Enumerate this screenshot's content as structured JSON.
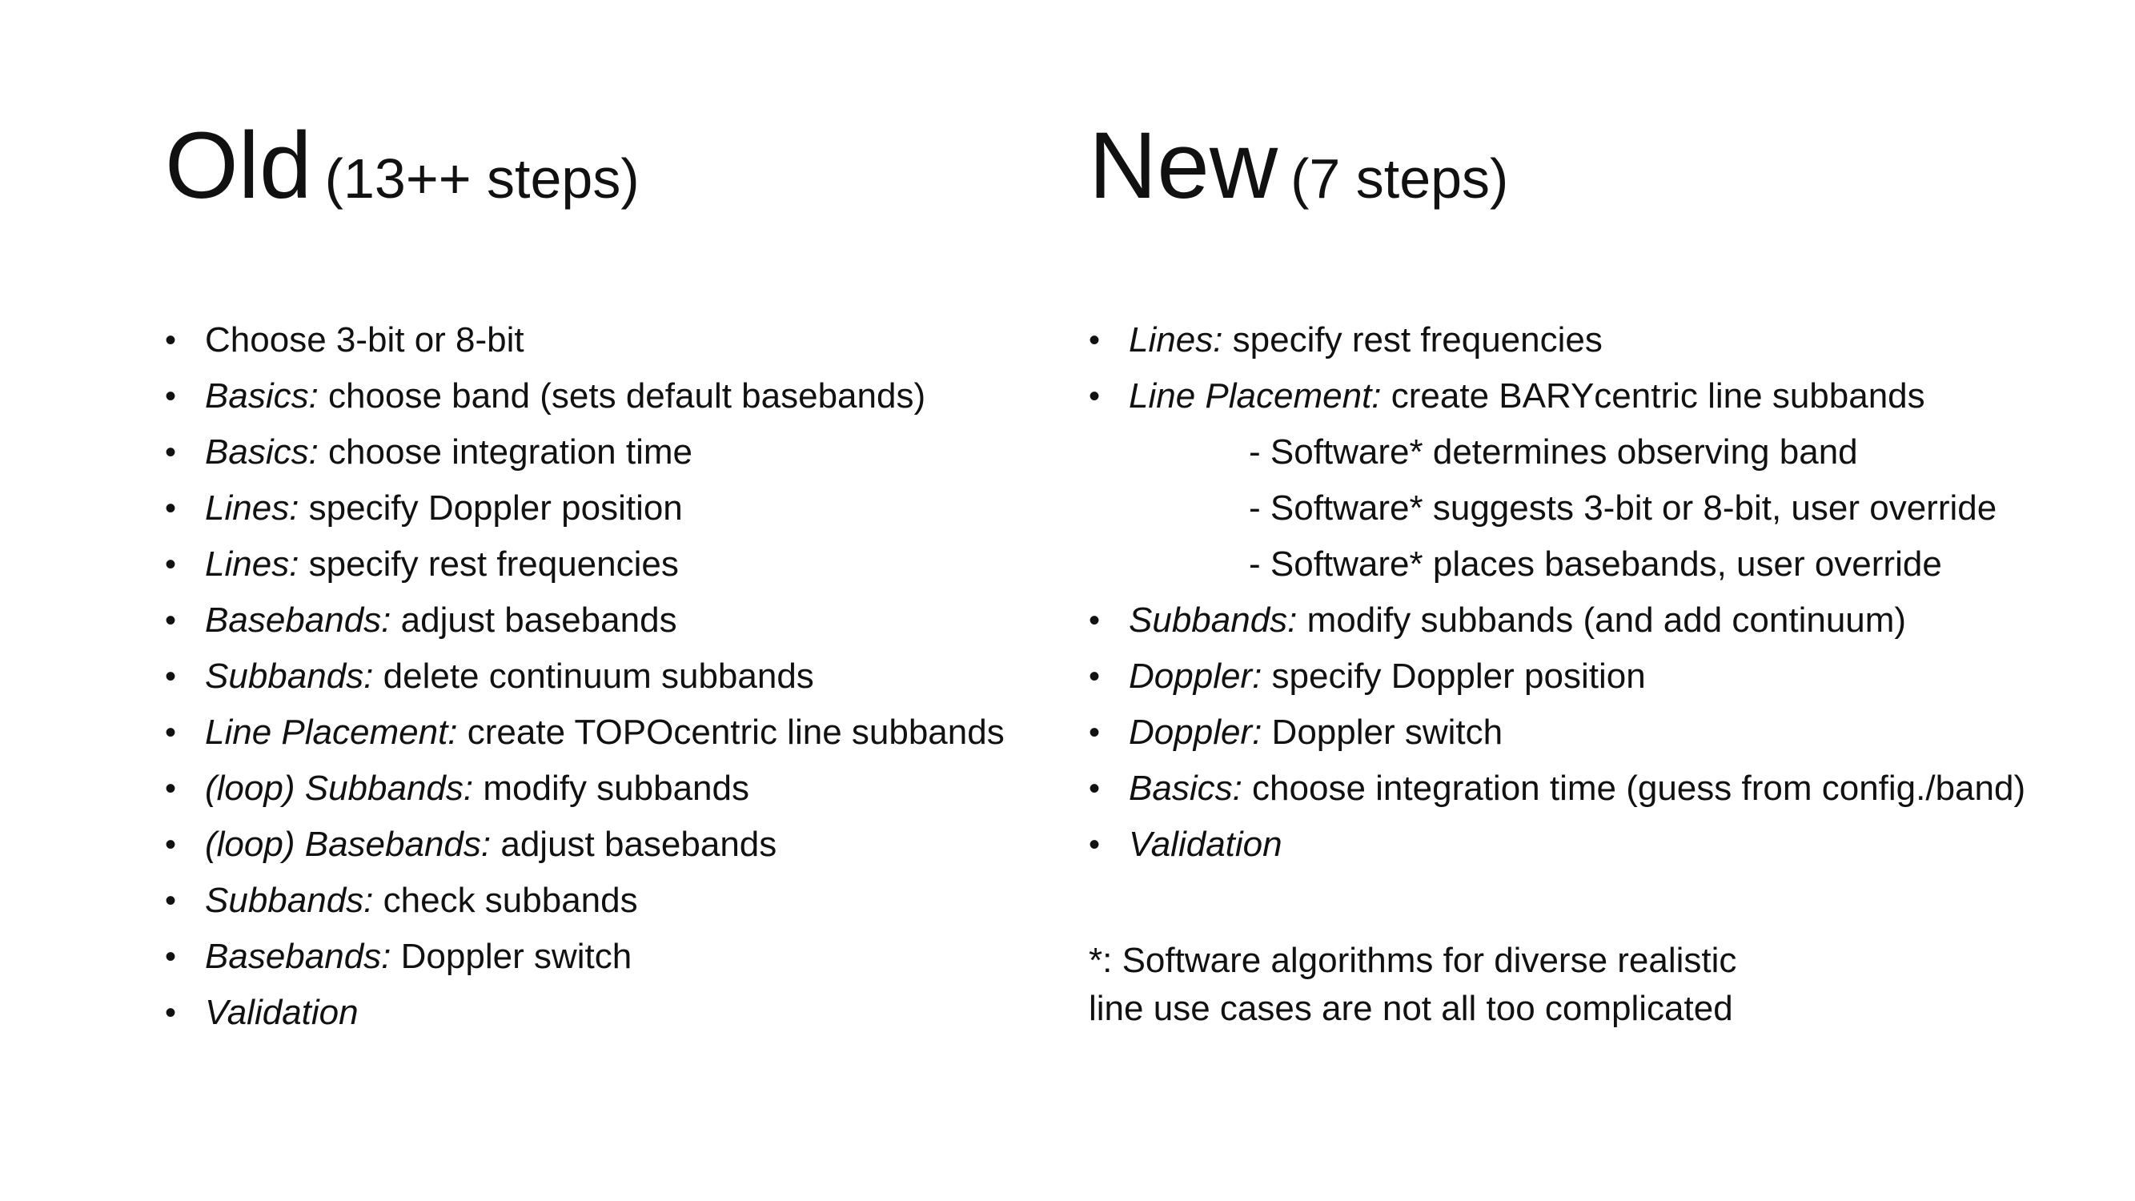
{
  "old": {
    "title": "Old",
    "subtitle": "(13++ steps)",
    "items": [
      {
        "term": "",
        "text": "Choose 3-bit or 8-bit"
      },
      {
        "term": "Basics:",
        "text": " choose band (sets default basebands)"
      },
      {
        "term": "Basics:",
        "text": " choose integration time"
      },
      {
        "term": "Lines:",
        "text": " specify Doppler position"
      },
      {
        "term": "Lines:",
        "text": " specify rest frequencies"
      },
      {
        "term": "Basebands:",
        "text": " adjust basebands"
      },
      {
        "term": "Subbands:",
        "text": " delete continuum subbands"
      },
      {
        "term": "Line Placement:",
        "text": " create TOPOcentric line subbands"
      },
      {
        "term": "(loop) Subbands:",
        "text": " modify subbands"
      },
      {
        "term": "(loop) Basebands:",
        "text": " adjust basebands"
      },
      {
        "term": "Subbands:",
        "text": " check subbands"
      },
      {
        "term": "Basebands:",
        "text": " Doppler switch"
      },
      {
        "term": "Validation",
        "text": ""
      }
    ]
  },
  "new": {
    "title": "New",
    "subtitle": "(7 steps)",
    "items": [
      {
        "term": "Lines:",
        "text": " specify rest frequencies"
      },
      {
        "term": "Line Placement:",
        "text": " create BARYcentric line subbands"
      },
      {
        "term": "",
        "text": "- Software* determines observing band"
      },
      {
        "term": "",
        "text": "- Software* suggests 3-bit or 8-bit, user override"
      },
      {
        "term": "",
        "text": "- Software* places basebands, user override"
      },
      {
        "term": "Subbands:",
        "text": " modify subbands  (and add continuum)"
      },
      {
        "term": "Doppler:",
        "text": " specify Doppler position"
      },
      {
        "term": "Doppler:",
        "text": " Doppler switch"
      },
      {
        "term": "Basics:",
        "text": " choose integration time (guess from config./band)"
      },
      {
        "term": "Validation",
        "text": ""
      }
    ],
    "footnote": {
      "line1": "*: Software algorithms for diverse realistic",
      "line2": "line use cases are not all too complicated"
    }
  }
}
